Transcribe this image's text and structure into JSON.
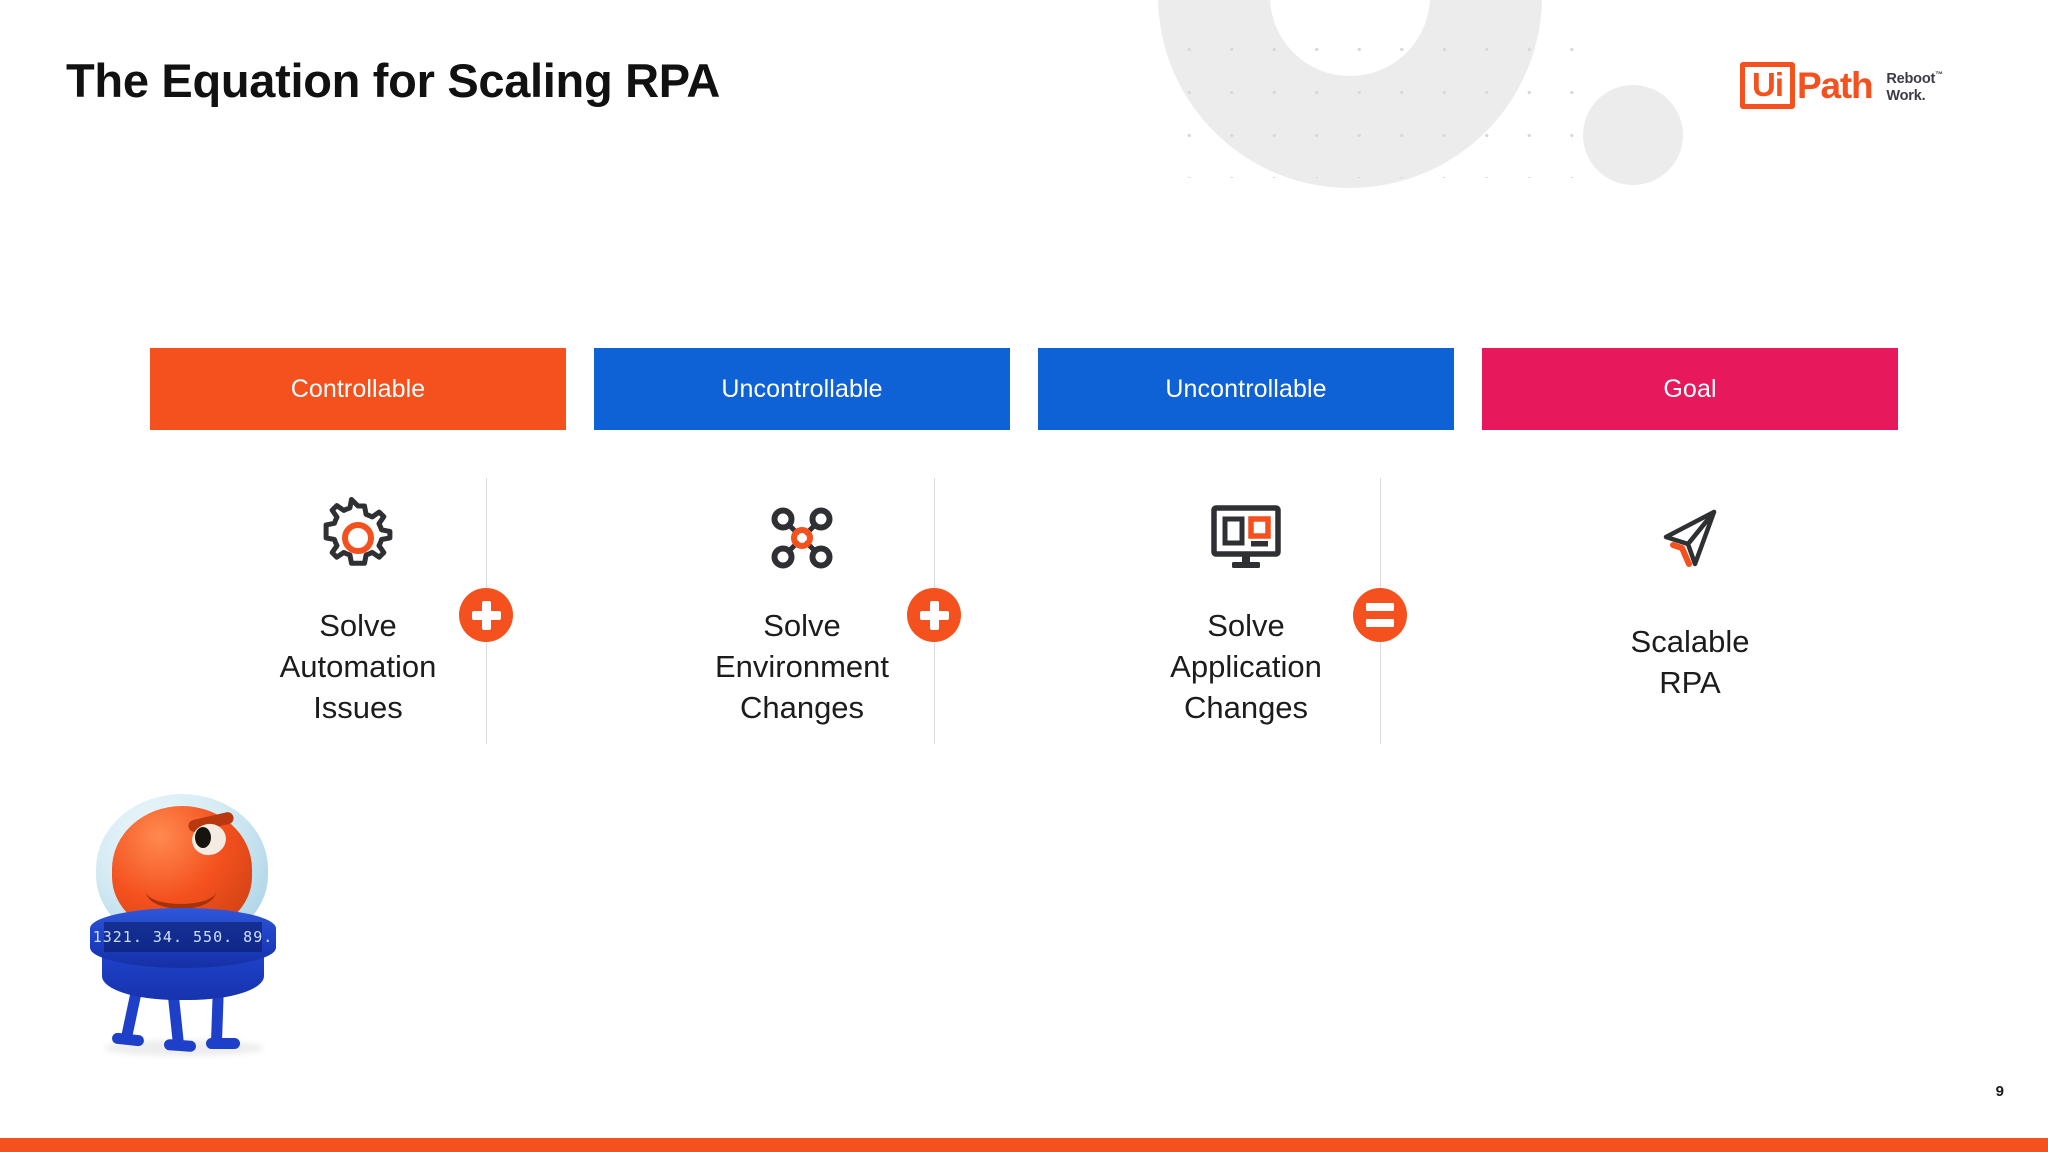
{
  "slide": {
    "title": "The Equation for Scaling RPA",
    "page_number": "9"
  },
  "brand": {
    "logo_ui": "Ui",
    "logo_path": "Path",
    "tagline_line1": "Reboot",
    "tagline_line2": "Work.",
    "trademark": "™",
    "orange": "#f4511e",
    "blue": "#0f62d6",
    "pink": "#e8185c",
    "dark": "#2f3033"
  },
  "equation": {
    "bands": [
      {
        "label": "Controllable",
        "color": "#f4511e"
      },
      {
        "label": "Uncontrollable",
        "color": "#0f62d6"
      },
      {
        "label": "Uncontrollable",
        "color": "#0f62d6"
      },
      {
        "label": "Goal",
        "color": "#e8185c"
      }
    ],
    "columns": [
      {
        "icon": "gear-icon",
        "label": "Solve\nAutomation\nIssues"
      },
      {
        "icon": "network-nodes-icon",
        "label": "Solve\nEnvironment\nChanges"
      },
      {
        "icon": "monitor-display-icon",
        "label": "Solve\nApplication\nChanges"
      },
      {
        "icon": "paper-plane-icon",
        "label": "Scalable\nRPA"
      }
    ],
    "operators": [
      {
        "symbol": "+",
        "name": "plus"
      },
      {
        "symbol": "+",
        "name": "plus"
      },
      {
        "symbol": "=",
        "name": "equals"
      }
    ]
  },
  "mascot": {
    "name": "uipath-robot-mascot",
    "band_readout": "1321. 34. 550. 89."
  }
}
